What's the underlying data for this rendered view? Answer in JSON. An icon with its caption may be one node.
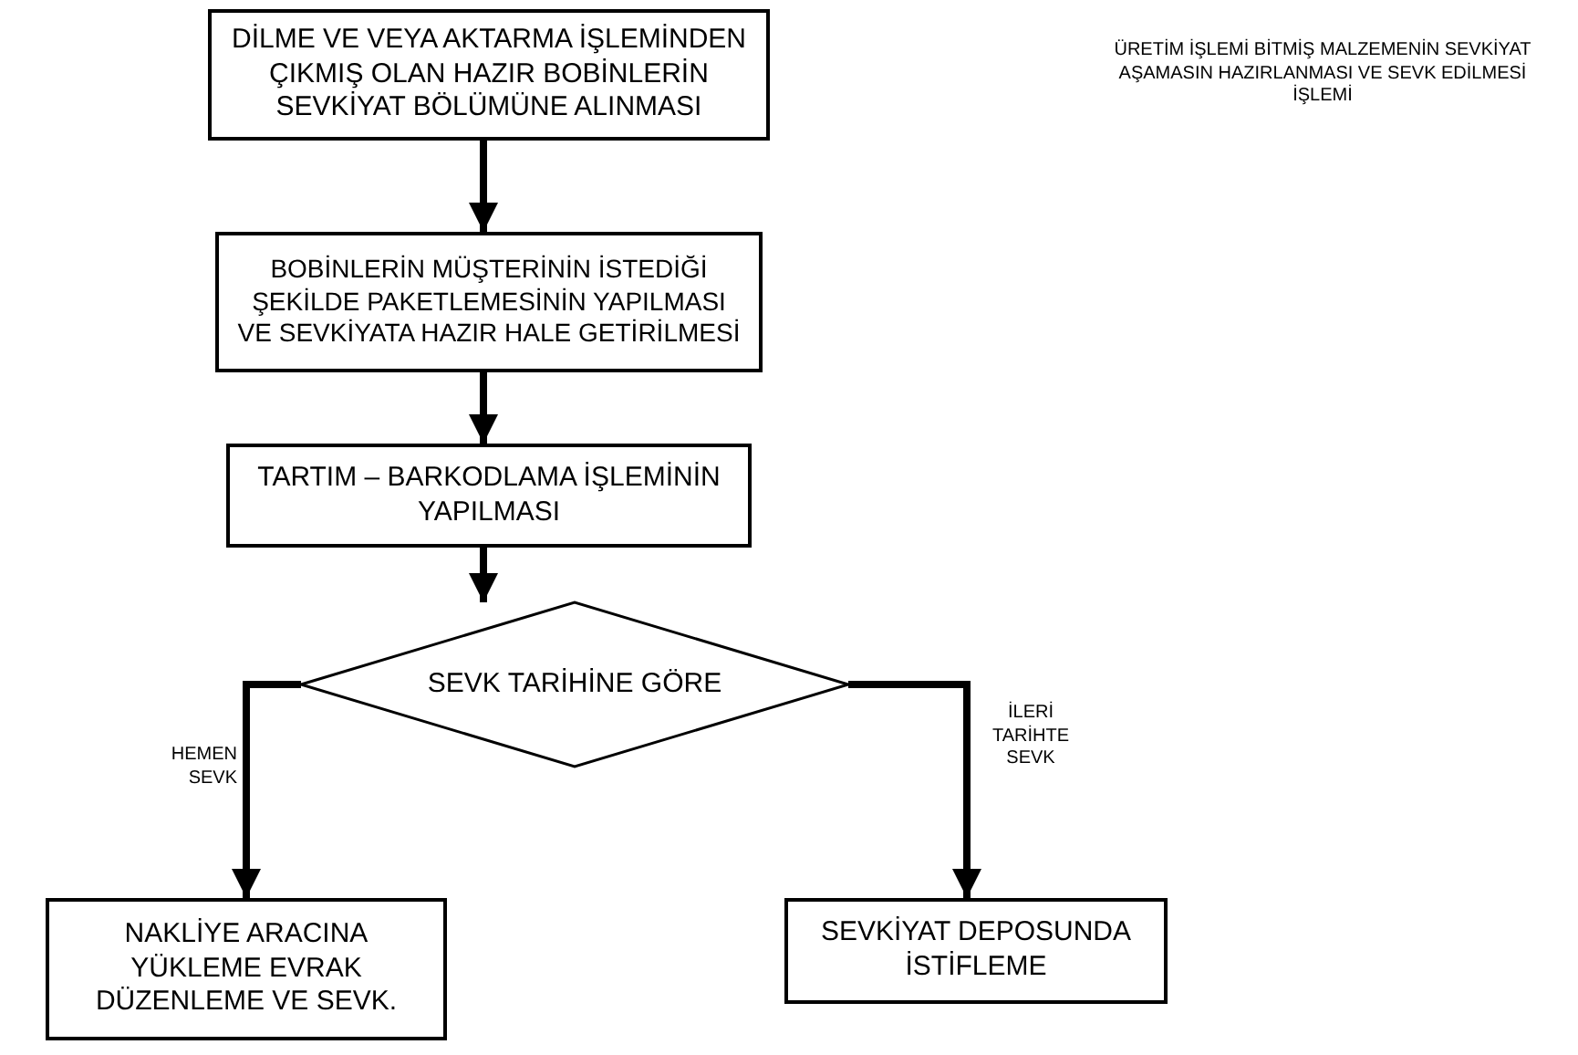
{
  "diagram": {
    "nodes": [
      {
        "text": [
          "DİLME VE VEYA AKTARMA İŞLEMİNDEN ÇIKMIŞ OLAN HAZIR BOBİNLERİN SEVKİYAT BÖLÜMÜNE ALINMASI"
        ]
      },
      {
        "text": [
          "BOBİNLERİN MÜŞTERİNİN İSTEDİĞİ ŞEKİLDE PAKETLEMESİNİN YAPILMASI VE SEVKİYATA HAZIR HALE GETİRİLMESİ"
        ]
      },
      {
        "text": [
          "TARTIM – BARKODLAMA İŞLEMİNİN YAPILMASI"
        ]
      },
      {
        "text": [
          "SEVK TARİHİNE GÖRE"
        ]
      },
      {
        "text": [
          "NAKLİYE ARACINA YÜKLEME EVRAK DÜZENLEME VE SEVK."
        ]
      },
      {
        "text": [
          "SEVKİYAT DEPOSUNDA İSTİFLEME"
        ]
      }
    ],
    "edges": [
      {
        "from": 0,
        "to": 1,
        "arrow": "to"
      },
      {
        "from": 1,
        "to": 2,
        "arrow": "to"
      },
      {
        "from": 2,
        "to": 3,
        "arrow": "to"
      },
      {
        "from": 3,
        "to": 4,
        "arrow": "to",
        "label": "HEMEN SEVK"
      },
      {
        "from": 3,
        "to": 5,
        "arrow": "to",
        "label": "İLERİ TARİHTE SEVK"
      }
    ],
    "labels": [
      "ÜRETİM İŞLEMİ BİTMİŞ MALZEMENİN SEVKİYAT AŞAMASIN HAZIRLANMASI VE SEVK EDİLMESİ İŞLEMİ"
    ]
  }
}
